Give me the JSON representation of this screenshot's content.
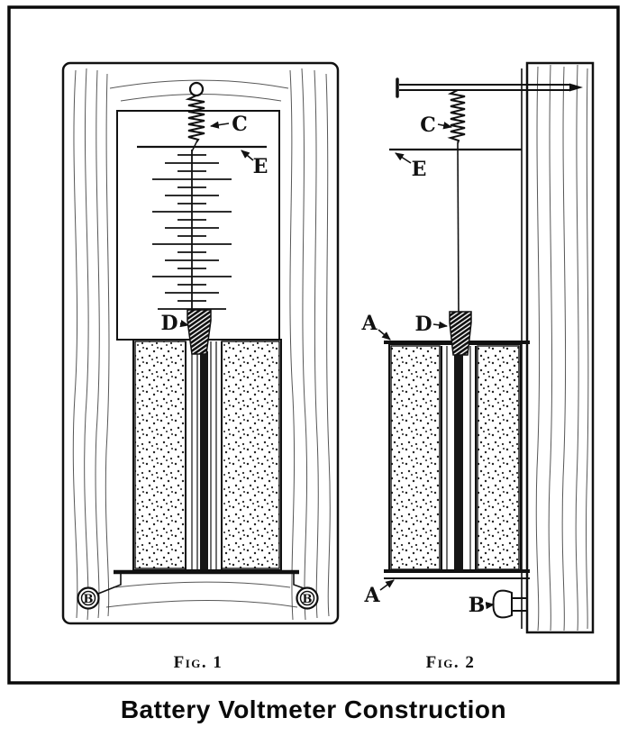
{
  "title": "Battery Voltmeter Construction",
  "fig1": {
    "caption": "Fig. 1",
    "label_c": "C",
    "label_e": "E",
    "label_d": "D",
    "label_b_left": "B",
    "label_b_right": "B"
  },
  "fig2": {
    "caption": "Fig. 2",
    "label_c": "C",
    "label_e": "E",
    "label_d": "D",
    "label_a_top": "A",
    "label_a_bottom": "A",
    "label_b": "B"
  }
}
